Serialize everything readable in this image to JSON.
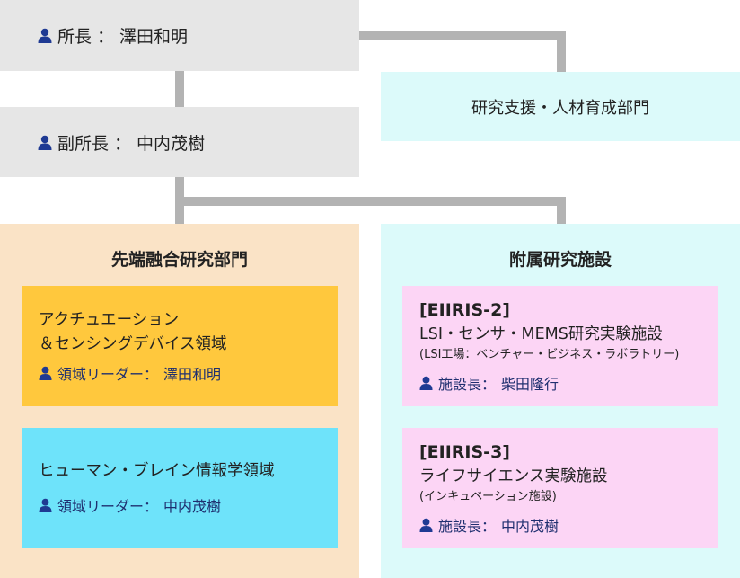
{
  "director": {
    "role": "所長",
    "separator": "：",
    "name": "澤田和明"
  },
  "vice_director": {
    "role": "副所長",
    "separator": "：",
    "name": "中内茂樹"
  },
  "support_dept": {
    "label": "研究支援・人材育成部門"
  },
  "fusion_dept": {
    "title": "先端融合研究部門",
    "areas": [
      {
        "name_line1": "アクチュエーション",
        "name_line2": "＆センシングデバイス領域",
        "leader_label": "領域リーダー：",
        "leader_name": "澤田和明"
      },
      {
        "name_line1": "ヒューマン・ブレイン情報学領域",
        "leader_label": "領域リーダー：",
        "leader_name": "中内茂樹"
      }
    ]
  },
  "facilities_dept": {
    "title": "附属研究施設",
    "facilities": [
      {
        "id": "[EIIRIS-2]",
        "name": "LSI・センサ・MEMS研究実験施設",
        "note": "(LSI工場：ベンチャー・ビジネス・ラボラトリー)",
        "head_label": "施設長：",
        "head_name": "柴田隆行"
      },
      {
        "id": "[EIIRIS-3]",
        "name": "ライフサイエンス実験施設",
        "note": "(インキュベーション施設)",
        "head_label": "施設長：",
        "head_name": "中内茂樹"
      }
    ]
  },
  "colors": {
    "person_icon": "#1f3a93",
    "grey_box": "#e6e6e6",
    "connector": "#b3b3b3",
    "fusion_bg": "#fae3c6",
    "facility_bg": "#dcfafa",
    "area1_bg": "#ffc83d",
    "area2_bg": "#6ee3fa",
    "facility_card_bg": "#fcd5f5"
  }
}
